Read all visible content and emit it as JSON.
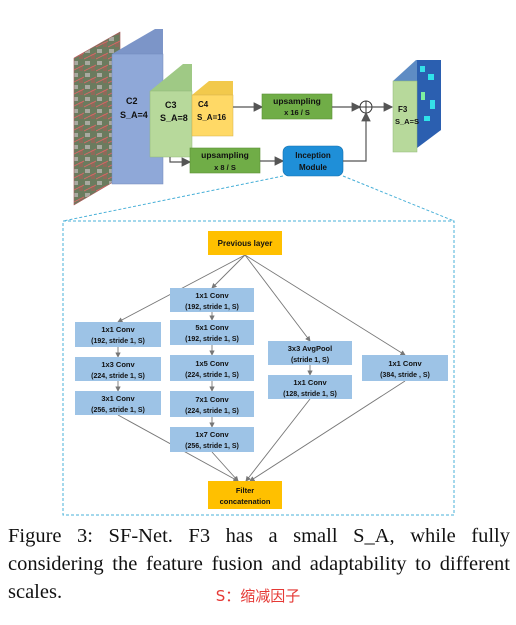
{
  "top": {
    "c2": {
      "name": "C2",
      "scale": "S_A=4"
    },
    "c3": {
      "name": "C3",
      "scale": "S_A=8"
    },
    "c4": {
      "name": "C4",
      "scale": "S_A=16"
    },
    "up16": {
      "title": "upsampling",
      "factor": "x 16 / S"
    },
    "up8": {
      "title": "upsampling",
      "factor": "x 8 / S"
    },
    "inception": {
      "line1": "Inception",
      "line2": "Module"
    },
    "f3": {
      "name": "F3",
      "scale": "S_A=S"
    },
    "add_symbol": "+"
  },
  "inception_detail": {
    "previous_layer": "Previous layer",
    "filter_concat": {
      "line1": "Filter",
      "line2": "concatenation"
    },
    "branch1": [
      {
        "title": "1x1 Conv",
        "params": "(192, stride 1, S)"
      },
      {
        "title": "1x3 Conv",
        "params": "(224, stride 1, S)"
      },
      {
        "title": "3x1 Conv",
        "params": "(256, stride 1, S)"
      }
    ],
    "branch2": [
      {
        "title": "1x1 Conv",
        "params": "(192, stride 1, S)"
      },
      {
        "title": "5x1 Conv",
        "params": "(192, stride 1, S)"
      },
      {
        "title": "1x5 Conv",
        "params": "(224, stride 1, S)"
      },
      {
        "title": "7x1 Conv",
        "params": "(224, stride 1, S)"
      },
      {
        "title": "1x7 Conv",
        "params": "(256, stride 1, S)"
      }
    ],
    "branch3": [
      {
        "title": "3x3 AvgPool",
        "params": "(stride 1, S)"
      },
      {
        "title": "1x1 Conv",
        "params": "(128, stride 1, S)"
      }
    ],
    "branch4": [
      {
        "title": "1x1 Conv",
        "params": "(384, stride , S)"
      }
    ]
  },
  "caption": "Figure 3: SF-Net. F3 has a small S_A, while fully considering the feature fusion and adaptability to different scales.",
  "note": "S：缩减因子",
  "colors": {
    "c2": "#8fa8d8",
    "c3": "#b7d99b",
    "c4": "#ffd966",
    "green_box": "#70ad47",
    "inception": "#1f8fd8",
    "conv_box": "#9dc3e6",
    "orange_box": "#ffc000",
    "dashed": "#49b0d8",
    "note": "#e53935"
  }
}
